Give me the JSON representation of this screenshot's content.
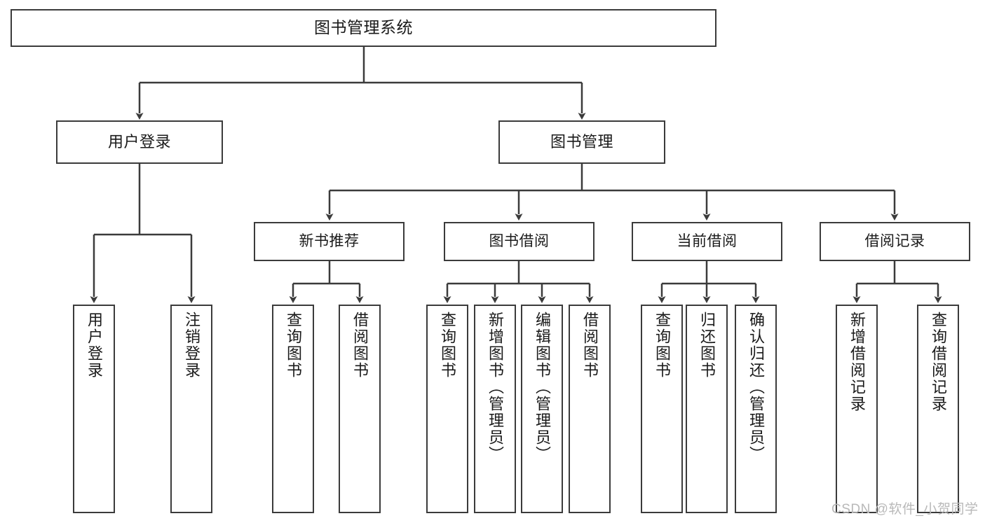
{
  "diagram": {
    "type": "tree",
    "title": "图书管理系统",
    "watermark": "CSDN @软件_小贺同学",
    "colors": {
      "stroke": "#3b3b3b",
      "fill": "#ffffff",
      "text": "#1a1a1a",
      "watermark": "#b9b9b9"
    },
    "nodes": {
      "root": {
        "label": "图书管理系统"
      },
      "level1": [
        {
          "label": "用户登录"
        },
        {
          "label": "图书管理"
        }
      ],
      "level2": [
        {
          "label": "新书推荐"
        },
        {
          "label": "图书借阅"
        },
        {
          "label": "当前借阅"
        },
        {
          "label": "借阅记录"
        }
      ],
      "leaves": [
        {
          "label": "用户登录"
        },
        {
          "label": "注销登录"
        },
        {
          "label": "查询图书"
        },
        {
          "label": "借阅图书"
        },
        {
          "label": "查询图书"
        },
        {
          "label": "新增图书（管理员）"
        },
        {
          "label": "编辑图书（管理员）"
        },
        {
          "label": "借阅图书"
        },
        {
          "label": "查询图书"
        },
        {
          "label": "归还图书"
        },
        {
          "label": "确认归还（管理员）"
        },
        {
          "label": "新增借阅记录"
        },
        {
          "label": "查询借阅记录"
        }
      ]
    },
    "edges": [
      {
        "from": "图书管理系统",
        "to": "用户登录"
      },
      {
        "from": "图书管理系统",
        "to": "图书管理"
      },
      {
        "from": "用户登录",
        "to": "用户登录"
      },
      {
        "from": "用户登录",
        "to": "注销登录"
      },
      {
        "from": "图书管理",
        "to": "新书推荐"
      },
      {
        "from": "图书管理",
        "to": "图书借阅"
      },
      {
        "from": "图书管理",
        "to": "当前借阅"
      },
      {
        "from": "图书管理",
        "to": "借阅记录"
      },
      {
        "from": "新书推荐",
        "to": "查询图书"
      },
      {
        "from": "新书推荐",
        "to": "借阅图书"
      },
      {
        "from": "图书借阅",
        "to": "查询图书"
      },
      {
        "from": "图书借阅",
        "to": "新增图书（管理员）"
      },
      {
        "from": "图书借阅",
        "to": "编辑图书（管理员）"
      },
      {
        "from": "图书借阅",
        "to": "借阅图书"
      },
      {
        "from": "当前借阅",
        "to": "查询图书"
      },
      {
        "from": "当前借阅",
        "to": "归还图书"
      },
      {
        "from": "当前借阅",
        "to": "确认归还（管理员）"
      },
      {
        "from": "借阅记录",
        "to": "新增借阅记录"
      },
      {
        "from": "借阅记录",
        "to": "查询借阅记录"
      }
    ]
  }
}
